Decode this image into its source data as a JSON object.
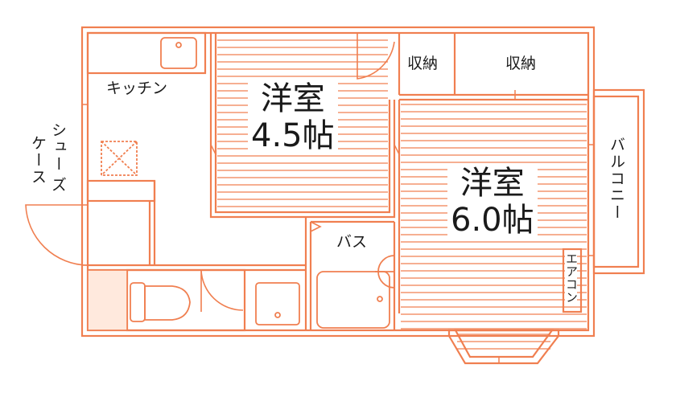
{
  "plan": {
    "line_color": "#f07f50",
    "fill_color": "#ffe9dd",
    "rooms": {
      "western_a": {
        "name": "洋室",
        "size": "4.5帖"
      },
      "western_b": {
        "name": "洋室",
        "size": "6.0帖"
      }
    },
    "labels": {
      "kitchen": "キッチン",
      "storage_1": "収納",
      "storage_2": "収納",
      "bath": "バス",
      "balcony": "バルコニー",
      "shoe_case_line1": "シュー",
      "shoe_case_line2": "ズ",
      "shoe_case_line3": "ケース",
      "aircon": "エアコン"
    }
  }
}
